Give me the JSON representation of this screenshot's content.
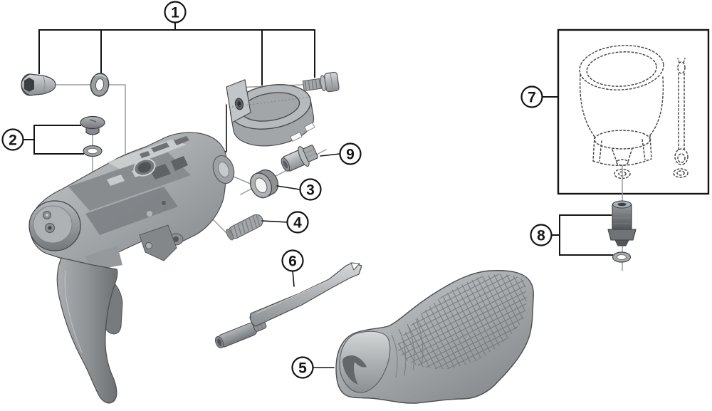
{
  "callouts": [
    {
      "label": "1"
    },
    {
      "label": "2"
    },
    {
      "label": "3"
    },
    {
      "label": "4"
    },
    {
      "label": "5"
    },
    {
      "label": "6"
    },
    {
      "label": "7"
    },
    {
      "label": "8"
    },
    {
      "label": "9"
    }
  ],
  "colors": {
    "background": "#ffffff",
    "line": "#141414",
    "leader_gray": "#9b9b9b",
    "dashed_outline": "#4a4a4a",
    "metal_light": "#d7d9da",
    "metal_mid": "#a9adb0",
    "metal_dark": "#6f7376",
    "part_outline": "#45494b"
  }
}
